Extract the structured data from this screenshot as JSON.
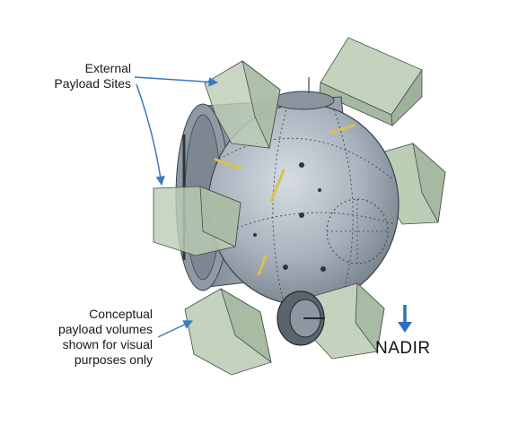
{
  "labels": {
    "external_payload_sites": [
      "External",
      "Payload Sites"
    ],
    "conceptual_volumes": [
      "Conceptual",
      "payload volumes",
      "shown for visual",
      "purposes only"
    ],
    "nadir": "NADIR"
  },
  "colors": {
    "payload_box_fill": "#b9cbb4",
    "payload_box_stroke": "#4a4a4a",
    "module_body": "#a8b2bc",
    "callout_arrow": "#3a78c2",
    "nadir_arrow": "#2f6fc0",
    "text": "#1a1a1a"
  }
}
